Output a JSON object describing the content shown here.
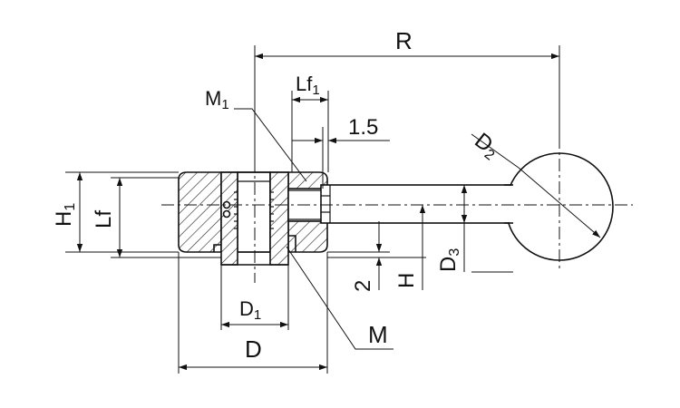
{
  "colors": {
    "line": "#111111",
    "body_fill": "#f2f2f2",
    "hatch": "#222222",
    "background": "#ffffff"
  },
  "labels": {
    "R": "R",
    "Lf1_main": "Lf",
    "Lf1_sub": "1",
    "M1_main": "M",
    "M1_sub": "1",
    "dim_1_5": "1.5",
    "D2_main": "D",
    "D2_sub": "2",
    "H1_main": "H",
    "H1_sub": "1",
    "Lf": "Lf",
    "D3_main": "D",
    "D3_sub": "3",
    "H": "H",
    "dim_2": "2",
    "D1_main": "D",
    "D1_sub": "1",
    "M": "M",
    "D": "D"
  }
}
